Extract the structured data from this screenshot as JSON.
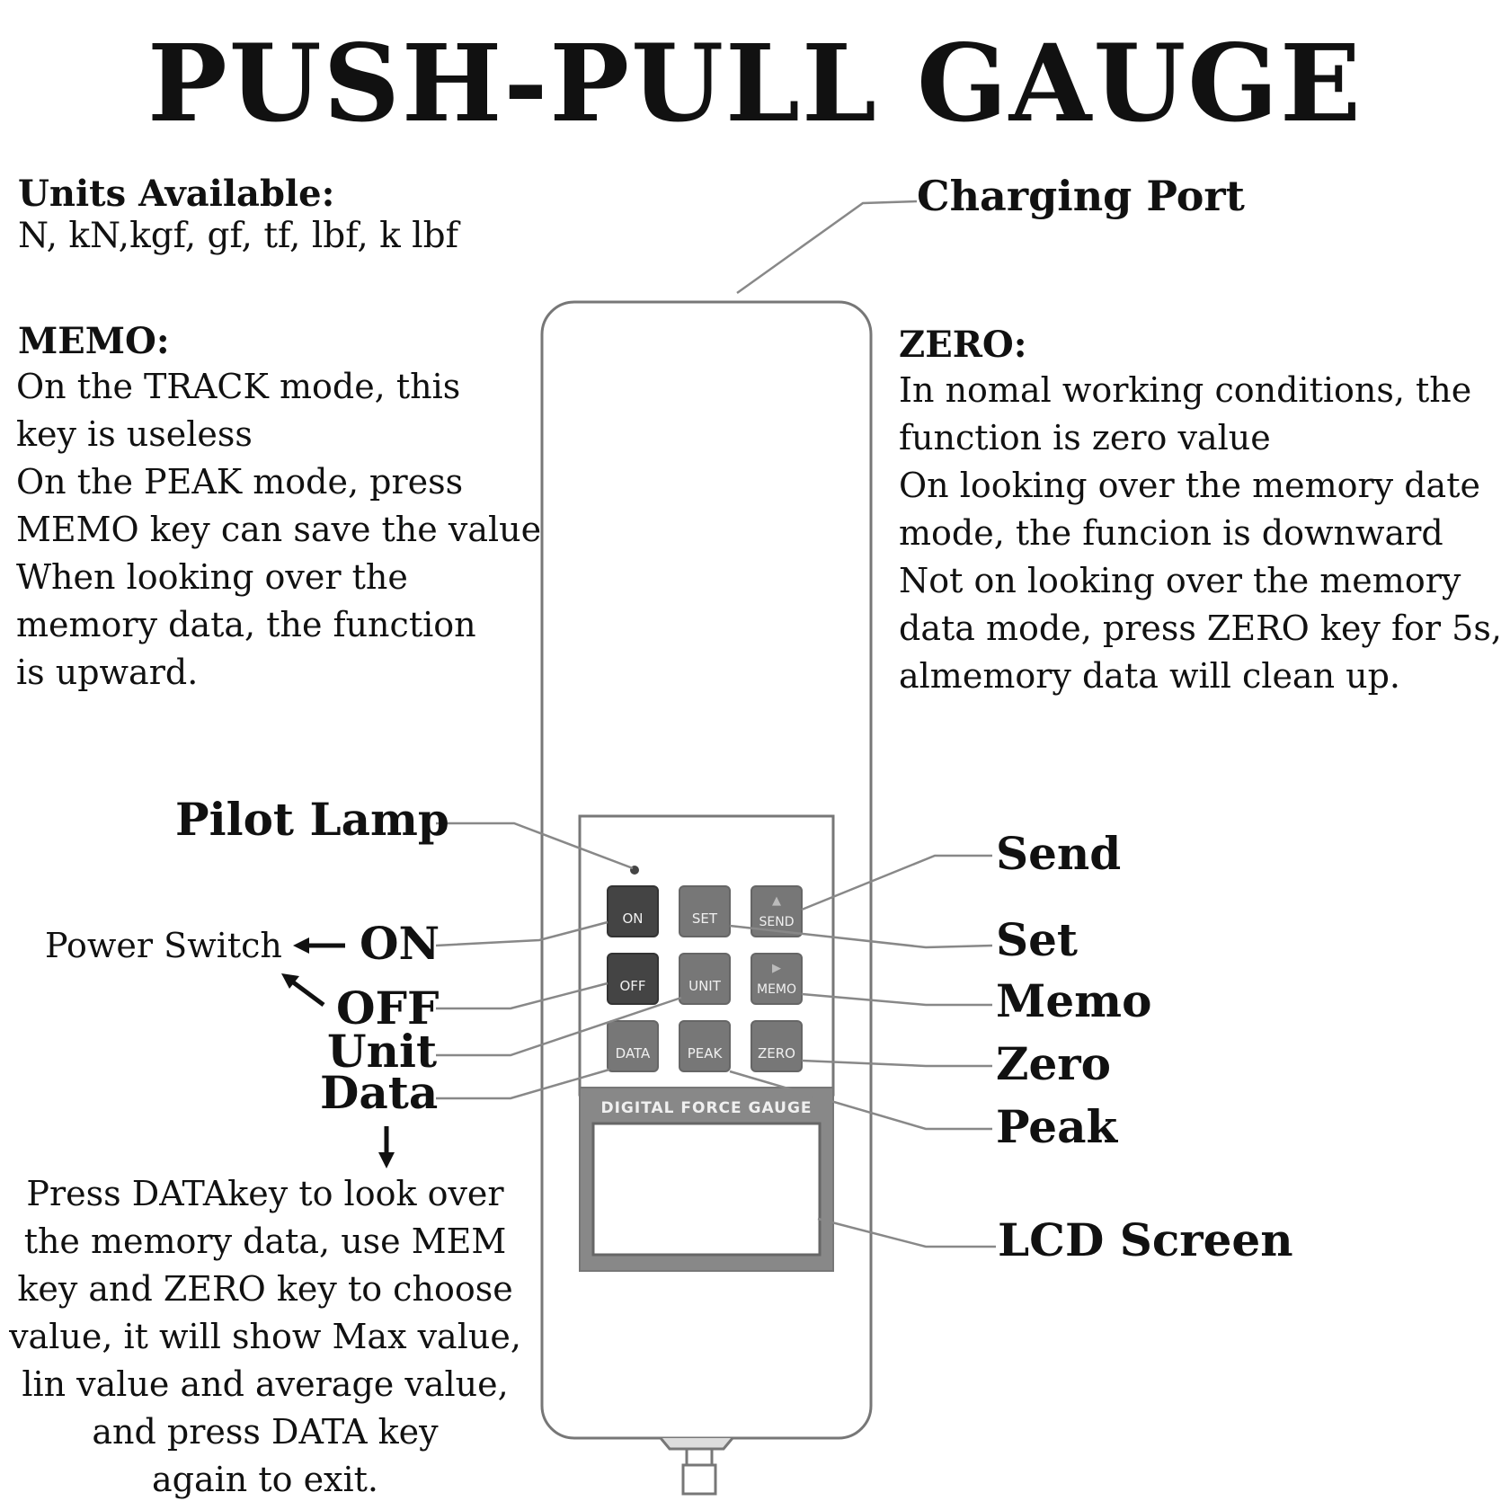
{
  "title": "PUSH-PULL GAUGE",
  "units": {
    "heading": "Units Available:",
    "text": "N, kN,kgf, gf, tf, lbf, k lbf"
  },
  "memo": {
    "heading": "MEMO:",
    "text": "On the TRACK mode, this\nkey is useless\nOn the PEAK mode, press\nMEMO key can save the value\nWhen looking over the\nmemory data,  the function\nis upward."
  },
  "zero": {
    "heading": "ZERO:",
    "text": "In nomal working conditions, the\nfunction is zero value\nOn looking over the memory date\nmode, the funcion is downward\nNot on looking over the memory\ndata mode, press ZERO key for 5s,\nalmemory data will clean up."
  },
  "data_note": "Press DATAkey to look over\nthe memory data, use MEM\nkey and ZERO key to choose\nvalue, it will show Max value,\nlin value and average value,\nand press DATA key\nagain to exit.",
  "callouts": {
    "charging_port": "Charging Port",
    "pilot_lamp": "Pilot Lamp",
    "power_switch": "Power Switch",
    "on": "ON",
    "off": "OFF",
    "unit": "Unit",
    "data": "Data",
    "send": "Send",
    "set": "Set",
    "memo": "Memo",
    "zero": "Zero",
    "peak": "Peak",
    "lcd_screen": "LCD Screen"
  },
  "device": {
    "panel_title": "DIGITAL FORCE GAUGE",
    "keys": {
      "on": "ON",
      "set": "SET",
      "send": "SEND",
      "off": "OFF",
      "unit": "UNIT",
      "memo": "MEMO",
      "data": "DATA",
      "peak": "PEAK",
      "zero": "ZERO"
    },
    "key_arrows": {
      "send": "▲",
      "memo": "▶"
    }
  }
}
